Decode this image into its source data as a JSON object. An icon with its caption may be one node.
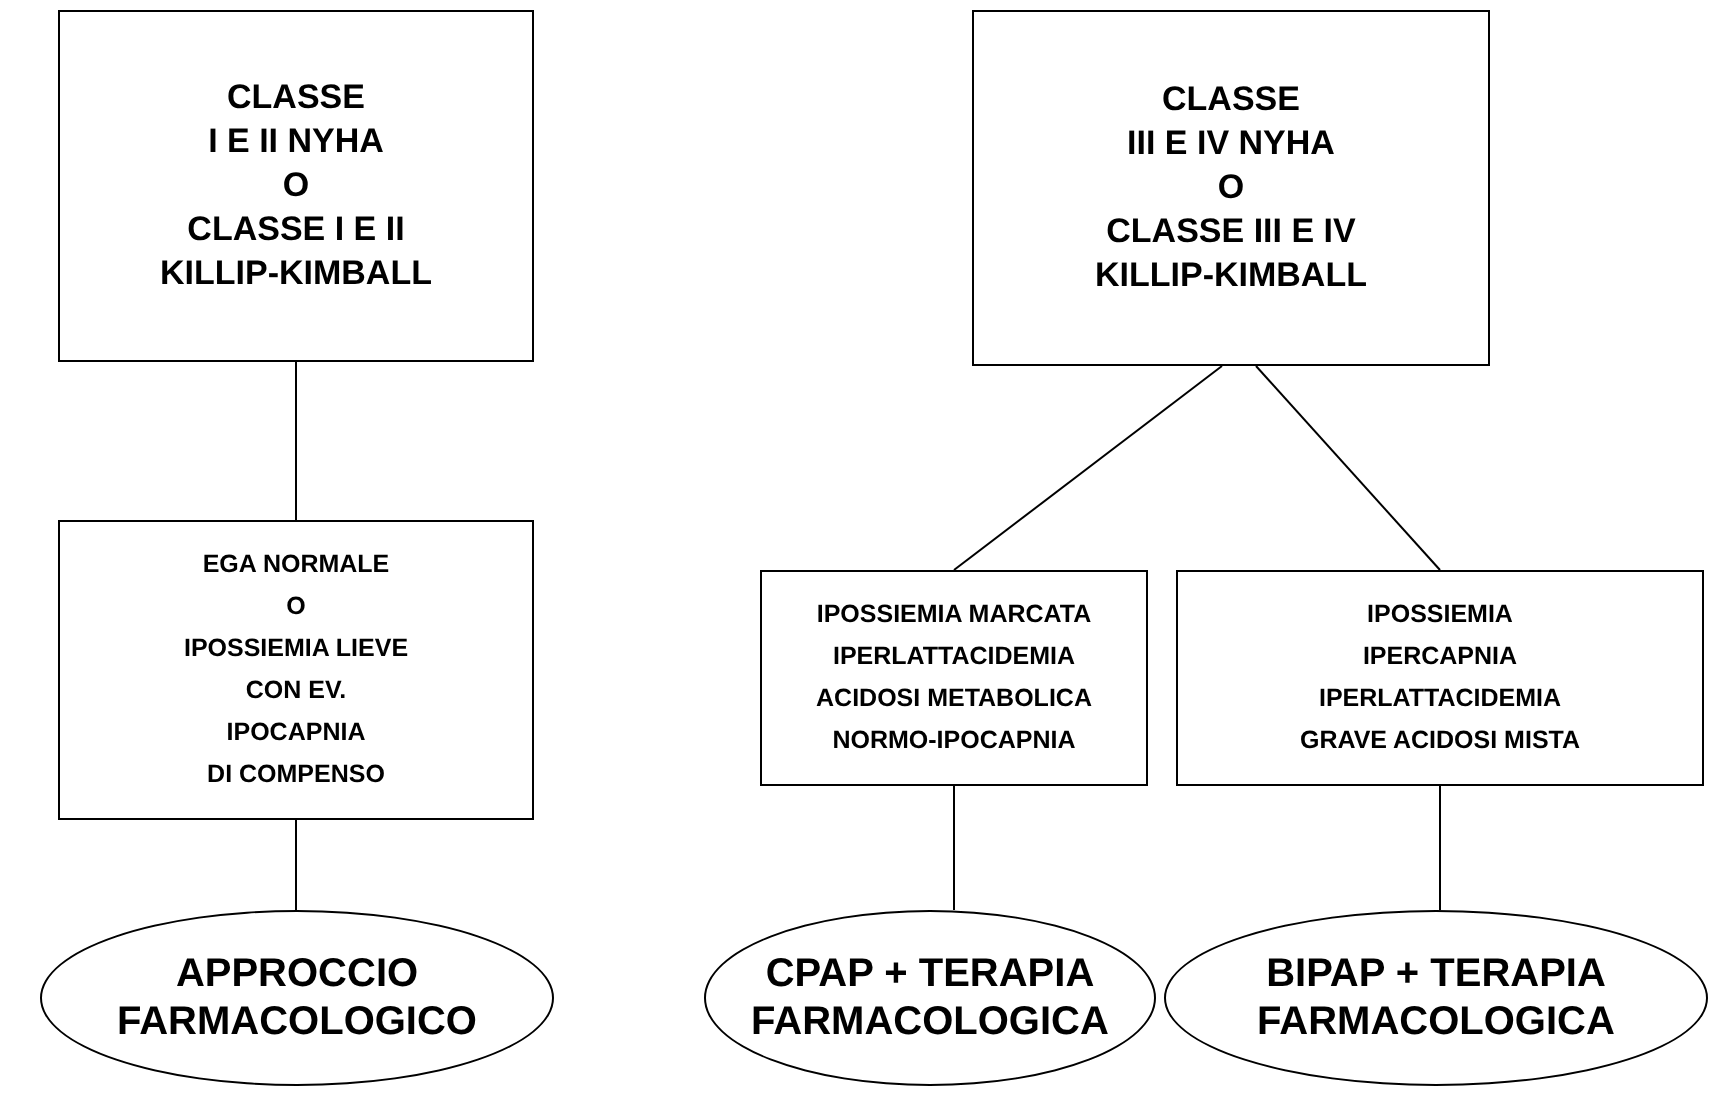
{
  "diagram": {
    "nodes": [
      {
        "text": [
          "CLASSE",
          "I E II NYHA",
          "O",
          "CLASSE I E II",
          "KILLIP-KIMBALL"
        ]
      },
      {
        "text": [
          "CLASSE",
          "III E IV NYHA",
          "O",
          "CLASSE III E IV",
          "KILLIP-KIMBALL"
        ]
      },
      {
        "text": [
          "EGA NORMALE",
          "O",
          "IPOSSIEMIA LIEVE",
          "CON EV.",
          "IPOCAPNIA",
          "DI COMPENSO"
        ]
      },
      {
        "text": [
          "APPROCCIO",
          "FARMACOLOGICO"
        ]
      },
      {
        "text": [
          "IPOSSIEMIA MARCATA",
          "IPERLATTACIDEMIA",
          "ACIDOSI METABOLICA",
          "NORMO-IPOCAPNIA"
        ]
      },
      {
        "text": [
          "IPOSSIEMIA",
          "IPERCAPNIA",
          "IPERLATTACIDEMIA",
          "GRAVE ACIDOSI MISTA"
        ]
      },
      {
        "text": [
          "CPAP + TERAPIA",
          "FARMACOLOGICA"
        ]
      },
      {
        "text": [
          "BIPAP + TERAPIA",
          "FARMACOLOGICA"
        ]
      }
    ],
    "edges": [
      {
        "from": 0,
        "to": 2,
        "arrow": "none"
      },
      {
        "from": 1,
        "to": 4,
        "arrow": "none"
      },
      {
        "from": 1,
        "to": 5,
        "arrow": "none"
      },
      {
        "from": 2,
        "to": 3,
        "arrow": "none"
      },
      {
        "from": 4,
        "to": 6,
        "arrow": "none"
      },
      {
        "from": 5,
        "to": 7,
        "arrow": "none"
      }
    ]
  }
}
